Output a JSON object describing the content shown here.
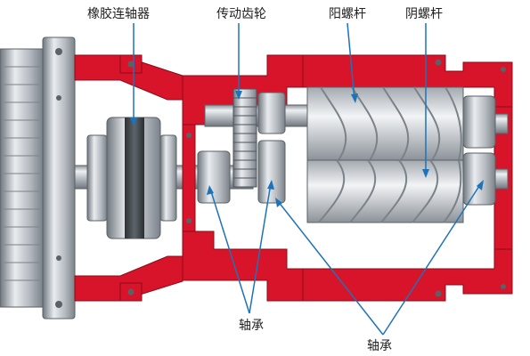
{
  "diagram": {
    "labels": {
      "rubber_coupling": "橡胶连轴器",
      "transmission_gear": "传动齿轮",
      "male_rotor": "阳螺杆",
      "female_rotor": "阴螺杆",
      "bearing_left": "轴承",
      "bearing_right": "轴承"
    },
    "colors": {
      "casing_red": "#d8142a",
      "leader_blue": "#1e73b8",
      "metal_light": "#dcdfe3",
      "metal_dark": "#7d848b"
    }
  }
}
